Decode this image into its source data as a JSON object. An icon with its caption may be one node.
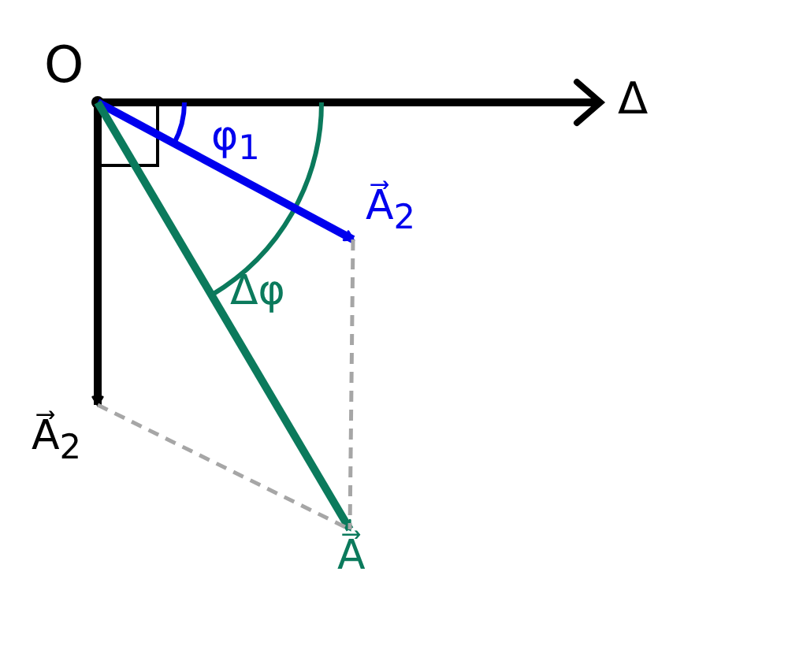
{
  "diagram": {
    "nodes": [
      {
        "text": [
          "O"
        ]
      },
      {
        "text": [
          "A⃗$_{2}$"
        ]
      },
      {
        "text": [
          "A⃗$_{2}$"
        ]
      },
      {
        "text": [
          "A⃗"
        ]
      }
    ],
    "edges": [
      {
        "from": 0,
        "to": 1,
        "arrow": "to",
        "color": "#0000ee"
      },
      {
        "from": 0,
        "to": 2,
        "arrow": "to",
        "color": "#000000"
      },
      {
        "from": 0,
        "to": 3,
        "arrow": "to",
        "color": "#0b7a5c"
      },
      {
        "from": 2,
        "to": 3,
        "arrow": "none",
        "style": "dashed",
        "color": "#a6a6a6"
      },
      {
        "from": 1,
        "to": 3,
        "arrow": "none",
        "style": "dashed",
        "color": "#a6a6a6"
      }
    ],
    "labels": [
      "Δ",
      "φ$_{1}$",
      "Δφ"
    ]
  }
}
